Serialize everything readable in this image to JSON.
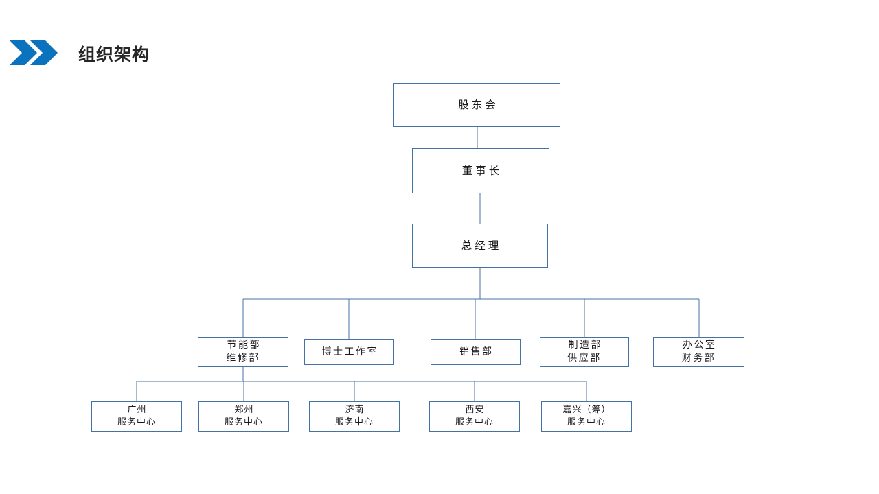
{
  "header": {
    "title": "组织架构",
    "logo_icon": "double-chevron-right-icon",
    "logo_color": "#0B72BE",
    "title_color": "#262626"
  },
  "theme": {
    "node_border_color": "#4473A3",
    "connector_color": "#4473A3",
    "node_fill": "#FFFFFF",
    "background": "#FFFFFF"
  },
  "chart_data": {
    "type": "diagram",
    "subtype": "organization-chart",
    "title": "组织架构",
    "orientation": "top-down",
    "levels": [
      {
        "level": 1,
        "nodes": [
          {
            "id": "shareholders",
            "label": "股东会",
            "lines": [
              "股东会"
            ]
          }
        ]
      },
      {
        "level": 2,
        "nodes": [
          {
            "id": "chairman",
            "label": "董事长",
            "lines": [
              "董事长"
            ]
          }
        ]
      },
      {
        "level": 3,
        "nodes": [
          {
            "id": "gm",
            "label": "总经理",
            "lines": [
              "总经理"
            ]
          }
        ]
      },
      {
        "level": 4,
        "nodes": [
          {
            "id": "dept-0",
            "label": "节能部\n维修部",
            "lines": [
              "节能部",
              "维修部"
            ]
          },
          {
            "id": "dept-1",
            "label": "博士工作室",
            "lines": [
              "博士工作室"
            ]
          },
          {
            "id": "dept-2",
            "label": "销售部",
            "lines": [
              "销售部"
            ]
          },
          {
            "id": "dept-3",
            "label": "制造部\n供应部",
            "lines": [
              "制造部",
              "供应部"
            ]
          },
          {
            "id": "dept-4",
            "label": "办公室\n财务部",
            "lines": [
              "办公室",
              "财务部"
            ]
          }
        ]
      },
      {
        "level": 5,
        "nodes": [
          {
            "id": "center-0",
            "label": "广州\n服务中心",
            "lines": [
              "广州",
              "服务中心"
            ]
          },
          {
            "id": "center-1",
            "label": "郑州\n服务中心",
            "lines": [
              "郑州",
              "服务中心"
            ]
          },
          {
            "id": "center-2",
            "label": "济南\n服务中心",
            "lines": [
              "济南",
              "服务中心"
            ]
          },
          {
            "id": "center-3",
            "label": "西安\n服务中心",
            "lines": [
              "西安",
              "服务中心"
            ]
          },
          {
            "id": "center-4",
            "label": "嘉兴（筹）\n服务中心",
            "lines": [
              "嘉兴（筹）",
              "服务中心"
            ]
          }
        ]
      }
    ],
    "edges": [
      {
        "from": "shareholders",
        "to": "chairman"
      },
      {
        "from": "chairman",
        "to": "gm"
      },
      {
        "from": "gm",
        "to": "dept-0"
      },
      {
        "from": "gm",
        "to": "dept-1"
      },
      {
        "from": "gm",
        "to": "dept-2"
      },
      {
        "from": "gm",
        "to": "dept-3"
      },
      {
        "from": "gm",
        "to": "dept-4"
      },
      {
        "from": "dept-0",
        "to": "center-0"
      },
      {
        "from": "dept-0",
        "to": "center-1"
      },
      {
        "from": "dept-0",
        "to": "center-2"
      },
      {
        "from": "dept-0",
        "to": "center-3"
      },
      {
        "from": "dept-0",
        "to": "center-4"
      }
    ]
  }
}
